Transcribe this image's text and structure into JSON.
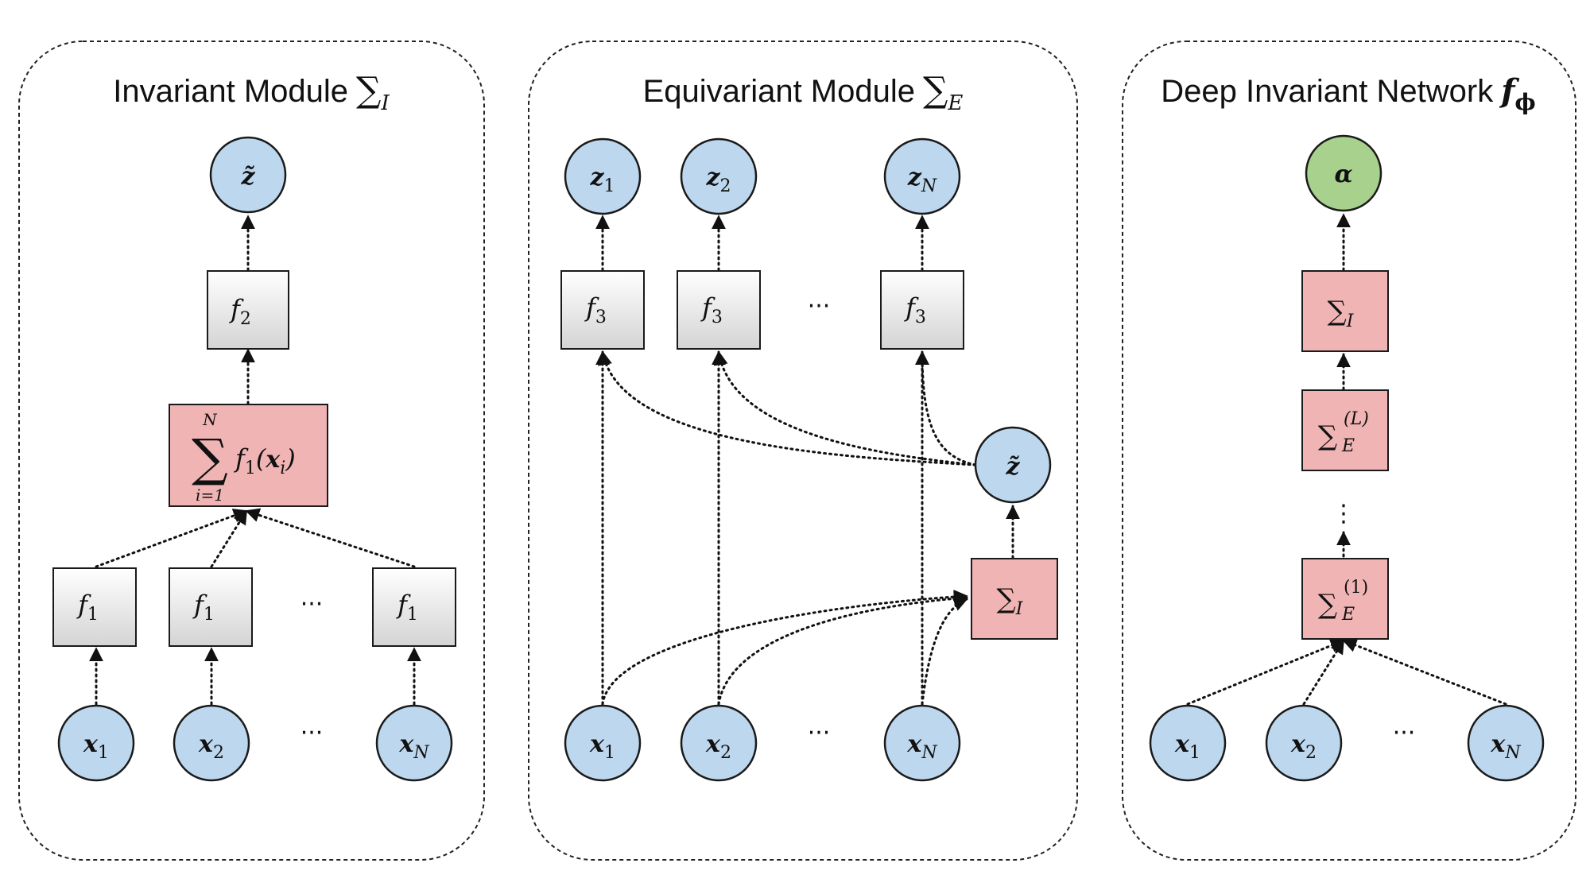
{
  "panels": [
    {
      "title": "Invariant Module",
      "symbol": "∑",
      "subscript": "I"
    },
    {
      "title": "Equivariant Module",
      "symbol": "∑",
      "subscript": "E"
    },
    {
      "title": "Deep Invariant Network",
      "symbol": "f",
      "subscript": "ϕ"
    }
  ],
  "colors": {
    "node_blue": "#bdd7ee",
    "node_green": "#a9d18e",
    "box_red": "#f0b4b4",
    "box_grey": "#e0e0e0"
  },
  "nodes": {
    "x": "x",
    "z": "z",
    "z_tilde": "z̃",
    "alpha": "α",
    "sub_1": "1",
    "sub_2": "2",
    "sub_N": "N"
  },
  "boxes": {
    "f": "f",
    "f1_sub": "1",
    "f2_sub": "2",
    "f3_sub": "3",
    "sum_symbol": "∑",
    "sum_upper": "N",
    "sum_lower": "i=1",
    "sum_term_f": "f",
    "sum_term_sub": "1",
    "sum_term_open": "(",
    "sum_term_x": "x",
    "sum_term_i": "i",
    "sum_term_close": ")",
    "sigma_symbol": "∑",
    "sigma_I": "I",
    "sigma_E": "E",
    "sigma_L": "(L)",
    "sigma_1": "(1)"
  },
  "ellipsis": "···",
  "vertical_ellipsis": "⋮"
}
